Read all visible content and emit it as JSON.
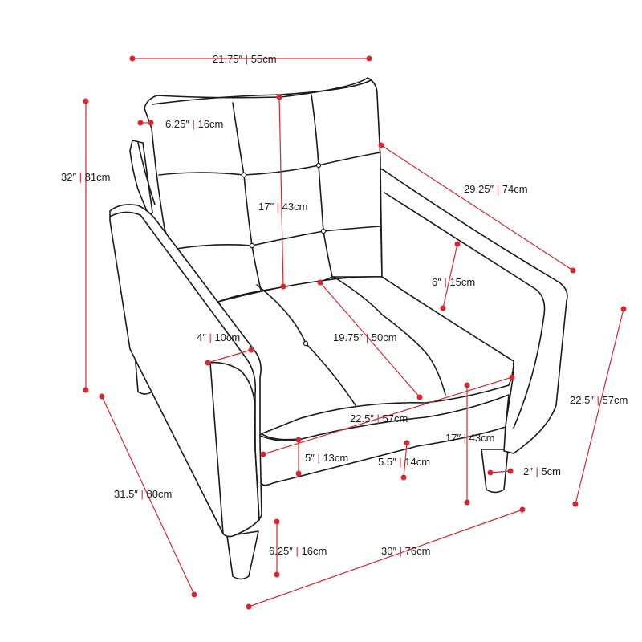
{
  "colors": {
    "dimension": "#d8262e",
    "outline": "#1a1a1a",
    "background": "#ffffff"
  },
  "dimensions": {
    "overall_width": {
      "imperial": "21.75″",
      "metric": "55cm"
    },
    "back_top": {
      "imperial": "6.25″",
      "metric": "16cm"
    },
    "overall_height": {
      "imperial": "32″",
      "metric": "81cm"
    },
    "back_height": {
      "imperial": "17″",
      "metric": "43cm"
    },
    "arm_length": {
      "imperial": "29.25″",
      "metric": "74cm"
    },
    "arm_height": {
      "imperial": "6″",
      "metric": "15cm"
    },
    "arm_width": {
      "imperial": "4″",
      "metric": "10cm"
    },
    "seat_depth": {
      "imperial": "19.75″",
      "metric": "50cm"
    },
    "seat_width": {
      "imperial": "22.5″",
      "metric": "57cm"
    },
    "seat_height": {
      "imperial": "17″",
      "metric": "43cm"
    },
    "cushion_front": {
      "imperial": "5″",
      "metric": "13cm"
    },
    "base_front": {
      "imperial": "5.5″",
      "metric": "14cm"
    },
    "leg_back": {
      "imperial": "2″",
      "metric": "5cm"
    },
    "arm_floor": {
      "imperial": "22.5″",
      "metric": "57cm"
    },
    "overall_depth": {
      "imperial": "31.5″",
      "metric": "80cm"
    },
    "leg_height": {
      "imperial": "6.25″",
      "metric": "16cm"
    },
    "overall_length": {
      "imperial": "30″",
      "metric": "76cm"
    }
  }
}
